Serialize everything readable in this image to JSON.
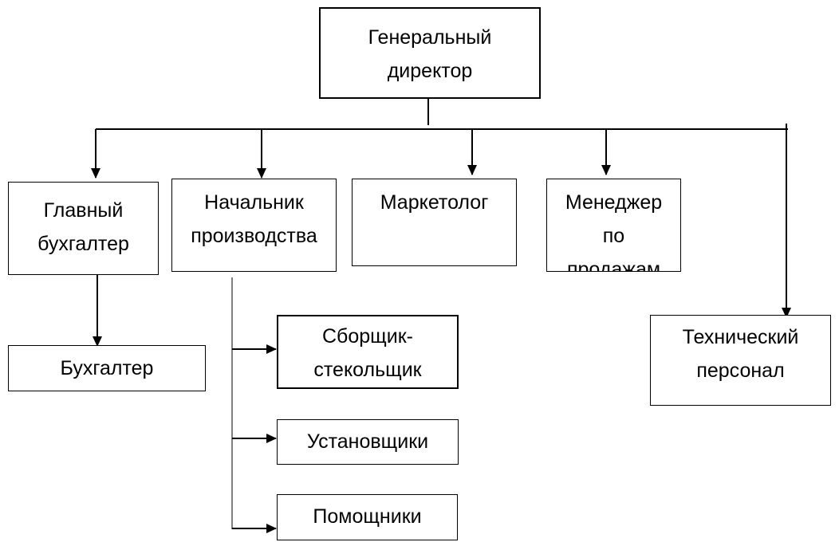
{
  "diagram": {
    "ceo": "Генеральный\nдиректор",
    "chief_accountant": "Главный\nбухгалтер",
    "production_head": "Начальник\nпроизводства",
    "marketer": "Маркетолог",
    "sales_manager": "Менеджер\nпо\nпродажам",
    "technical_staff": "Технический\nперсонал",
    "accountant": "Бухгалтер",
    "glass_assembler": "Сборщик-\nстекольщик",
    "installers": "Установщики",
    "assistants": "Помощники"
  },
  "colors": {
    "line": "#000000",
    "background": "#ffffff"
  }
}
